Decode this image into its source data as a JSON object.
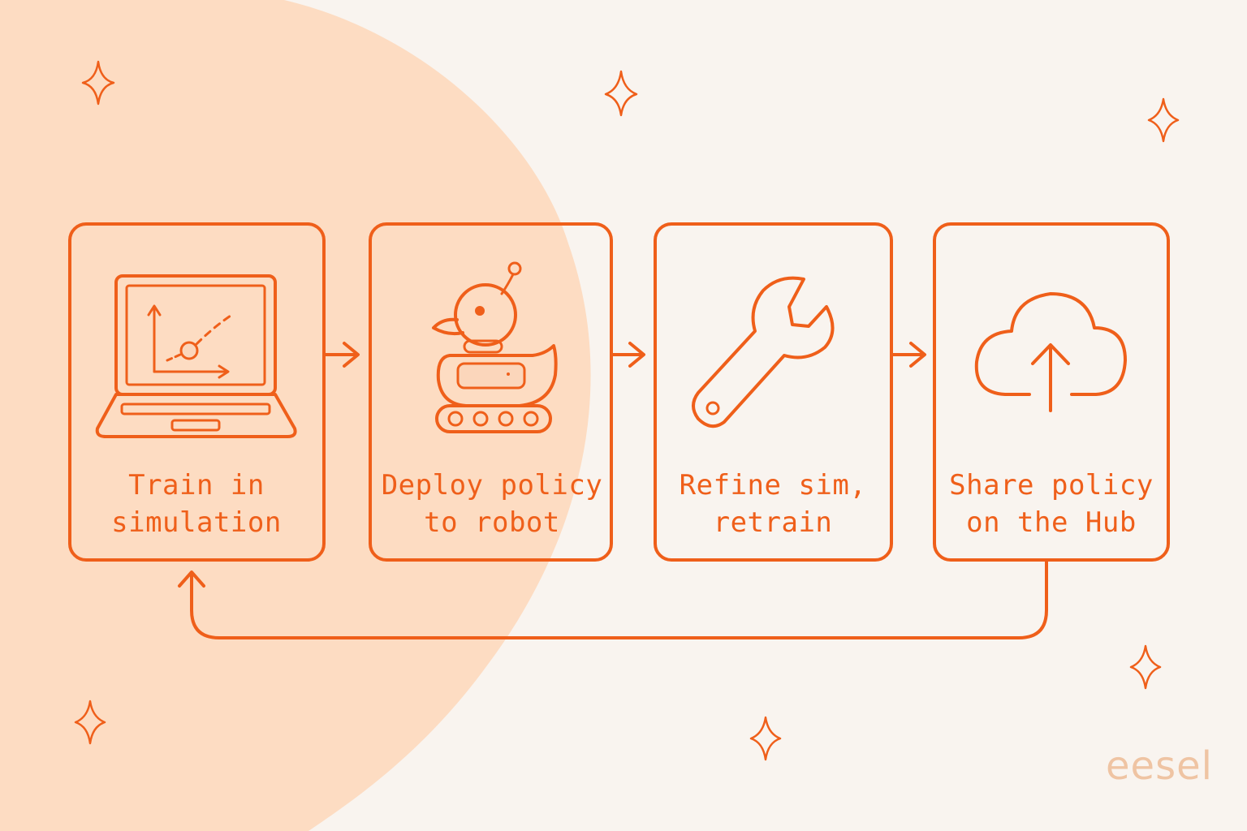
{
  "colors": {
    "accent": "#ef5f1a",
    "background": "#f9f4ef",
    "blob": "#fddcc2",
    "brand": "#efc4a3"
  },
  "steps": [
    {
      "line1": "Train in",
      "line2": "simulation",
      "icon": "laptop-chart-icon"
    },
    {
      "line1": "Deploy policy",
      "line2": "to robot",
      "icon": "duck-robot-icon"
    },
    {
      "line1": "Refine sim,",
      "line2": "retrain",
      "icon": "wrench-icon"
    },
    {
      "line1": "Share policy",
      "line2": "on the Hub",
      "icon": "cloud-upload-icon"
    }
  ],
  "brand": "eesel"
}
